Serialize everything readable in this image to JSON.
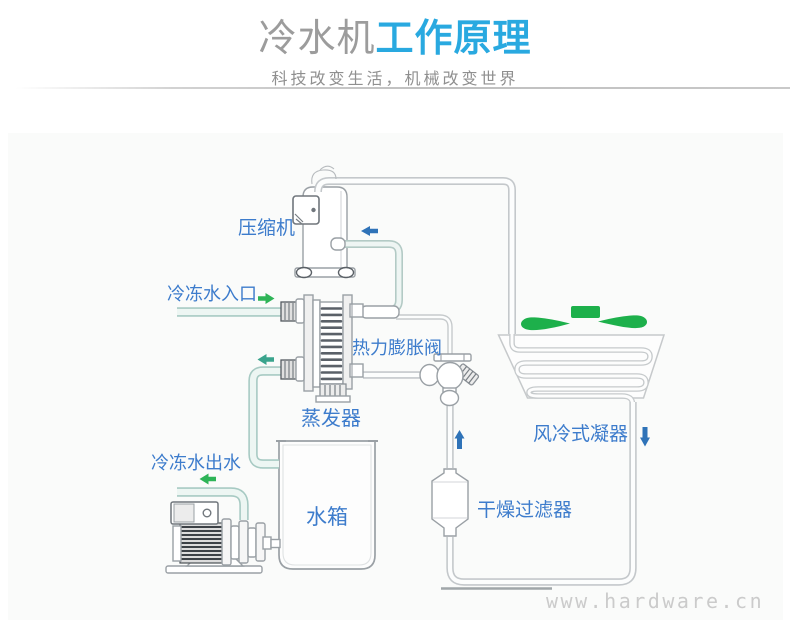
{
  "header": {
    "title_gray": "冷水机",
    "title_blue": "工作原理",
    "subtitle": "科技改变生活，机械改变世界"
  },
  "diagram": {
    "labels": {
      "compressor": "压缩机",
      "chilled_water_inlet": "冷冻水入口",
      "expansion_valve": "热力膨胀阀",
      "evaporator": "蒸发器",
      "chilled_water_outlet": "冷冻水出水",
      "water_tank": "水箱",
      "air_cooled_condenser": "风冷式凝器",
      "drying_filter": "干燥过滤器"
    },
    "watermark": "www.hardware.cn"
  },
  "colors": {
    "title_blue": "#29a9e0",
    "label_blue": "#3d7ccc",
    "arrow_green": "#2eb457",
    "arrow_teal": "#3aa48d",
    "arrow_blue": "#2f73b8",
    "fan_green": "#1db04b",
    "pipe_water": "#a7cac3",
    "pipe_refrigerant": "#c4c8cb",
    "watermark_gray": "#cbcbcb"
  }
}
